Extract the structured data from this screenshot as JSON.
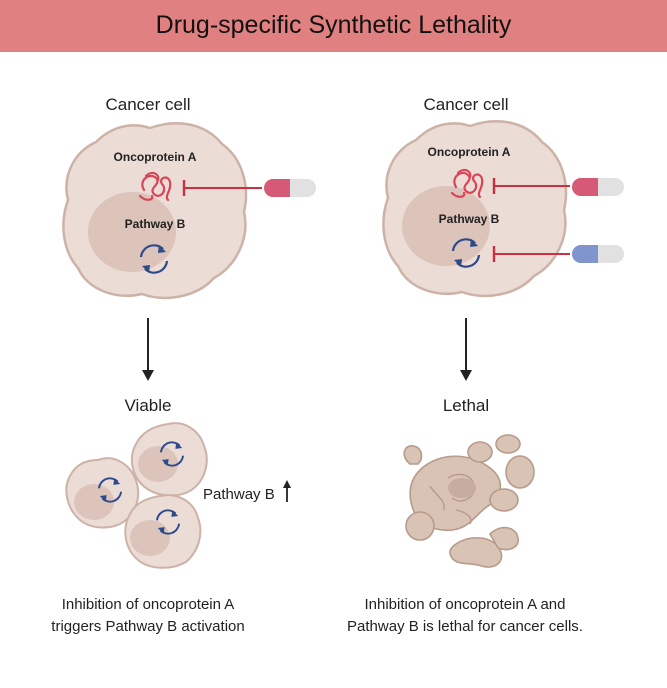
{
  "title": "Drug-specific Synthetic Lethality",
  "left_panel": {
    "cell_label": "Cancer cell",
    "oncoprotein_label": "Oncoprotein A",
    "pathway_label": "Pathway B",
    "outcome_label": "Viable",
    "pathway_up_label": "Pathway B",
    "caption_line1": "Inhibition of oncoprotein A",
    "caption_line2": "triggers Pathway B activation"
  },
  "right_panel": {
    "cell_label": "Cancer cell",
    "oncoprotein_label": "Oncoprotein A",
    "pathway_label": "Pathway B",
    "outcome_label": "Lethal",
    "caption_line1": "Inhibition of oncoprotein A and",
    "caption_line2": "Pathway B is lethal for cancer cells."
  },
  "colors": {
    "header": "#e08080",
    "cell_fill": "#ecdcd6",
    "cell_border": "#cdb2a7",
    "nucleus": "#dcc4ba",
    "oncoprotein": "#d94456",
    "inhibitor": "#cc2f3d",
    "pathway_arrows": "#2d4a8a",
    "pill_red": "#d65a77",
    "pill_blue": "#7f95cc",
    "pill_grey": "#e1e1e1",
    "fragments": "#d8c3b5"
  },
  "icons": [
    "oncoprotein-squiggle-icon",
    "pathway-cycle-icon",
    "red-pill-icon",
    "blue-pill-icon",
    "up-arrow-icon"
  ]
}
